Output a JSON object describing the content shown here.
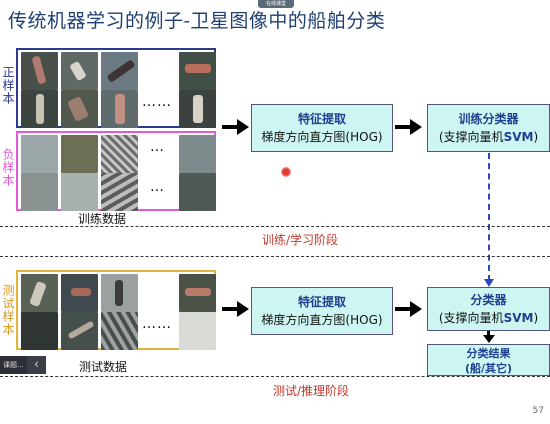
{
  "window": {
    "top_badge": "在线课堂"
  },
  "slide": {
    "title": "传统机器学习的例子-卫星图像中的船舶分类",
    "page_number": "57",
    "positive_label": "正样本",
    "negative_label": "负样本",
    "test_label": "测试样本",
    "train_caption": "训练数据",
    "test_caption": "测试数据",
    "ellipsis_pos": "……",
    "ellipsis_neg_top": "…",
    "ellipsis_neg_bottom": "…",
    "ellipsis_test": "……",
    "feature_box_train": {
      "heading": "特征提取",
      "sub": "梯度方向直方图(HOG)"
    },
    "train_clf_box": {
      "heading": "训练分类器",
      "sub_pre": "(支撑向量机",
      "sub_em": "SVM",
      "sub_post": ")"
    },
    "feature_box_test": {
      "heading": "特征提取",
      "sub": "梯度方向直方图(HOG)"
    },
    "clf_box": {
      "heading": "分类器",
      "sub_pre": "(支撑向量机",
      "sub_em": "SVM",
      "sub_post": ")"
    },
    "result_box": {
      "heading": "分类结果",
      "sub": "(船/其它)"
    },
    "train_stage": "训练/学习阶段",
    "test_stage": "测试/推理阶段"
  },
  "player": {
    "left_text": "课题...",
    "chevron": "‹"
  },
  "colors": {
    "positive_border": "#2b3b8f",
    "negative_border": "#e05bd7",
    "test_border": "#e2b33a",
    "process_fill": "#cdf6f2",
    "stage_text": "#c0392b",
    "title_text": "#1f3f73",
    "pointer_dot": "#e53935"
  }
}
